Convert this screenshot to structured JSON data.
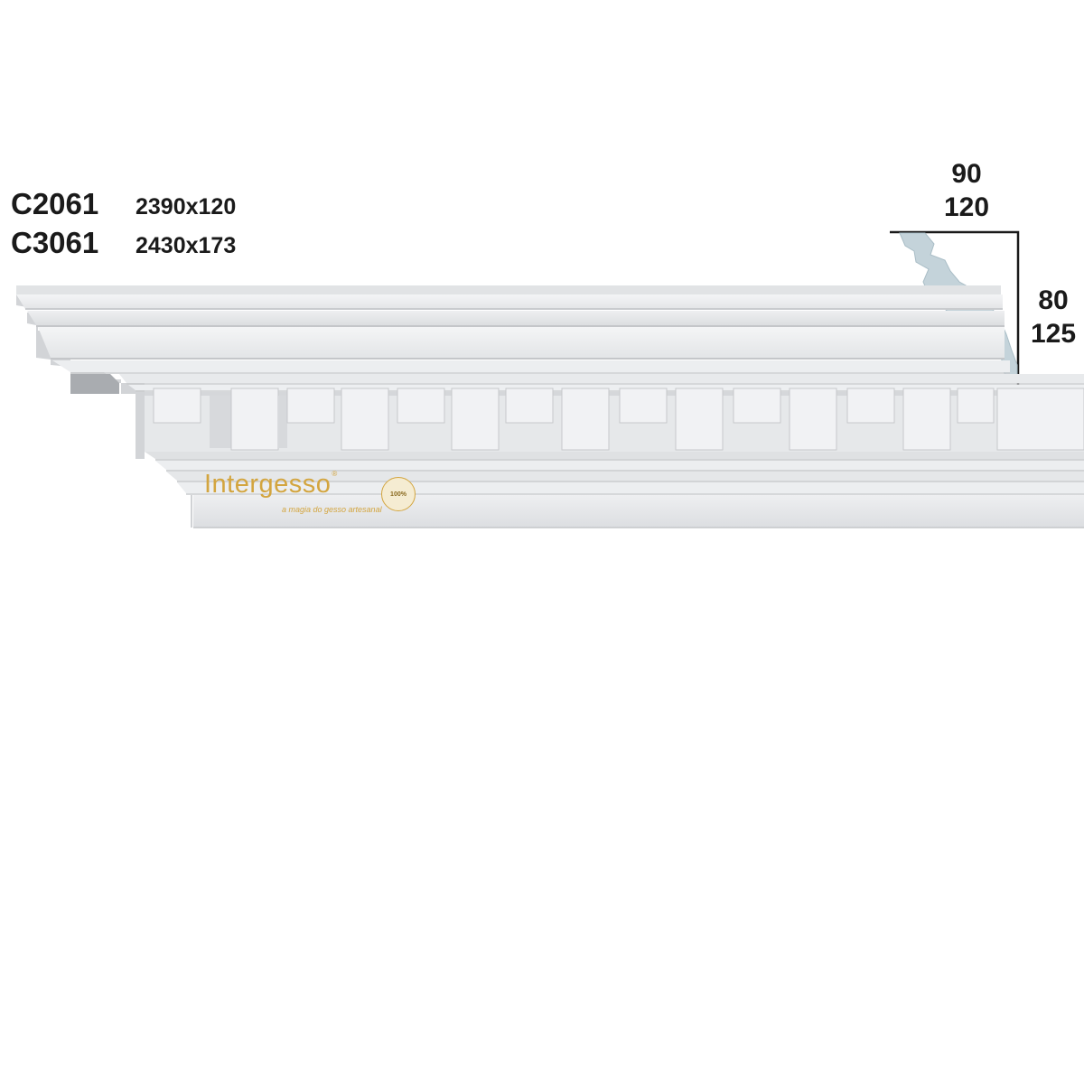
{
  "products": [
    {
      "code": "C2061",
      "size": "2390x120"
    },
    {
      "code": "C3061",
      "size": "2430x173"
    }
  ],
  "profile_dimensions": {
    "projection": [
      "90",
      "120"
    ],
    "height": [
      "80",
      "125"
    ]
  },
  "watermark": {
    "brand": "Intergesso",
    "tagline": "a magia do gesso artesanal",
    "seal_text": "100%"
  },
  "colors": {
    "plaster_light": "#f2f3f4",
    "plaster_shadow": "#c9cbce",
    "profile_fill": "#c4d3da",
    "brand_gold": "#d3a53f"
  }
}
